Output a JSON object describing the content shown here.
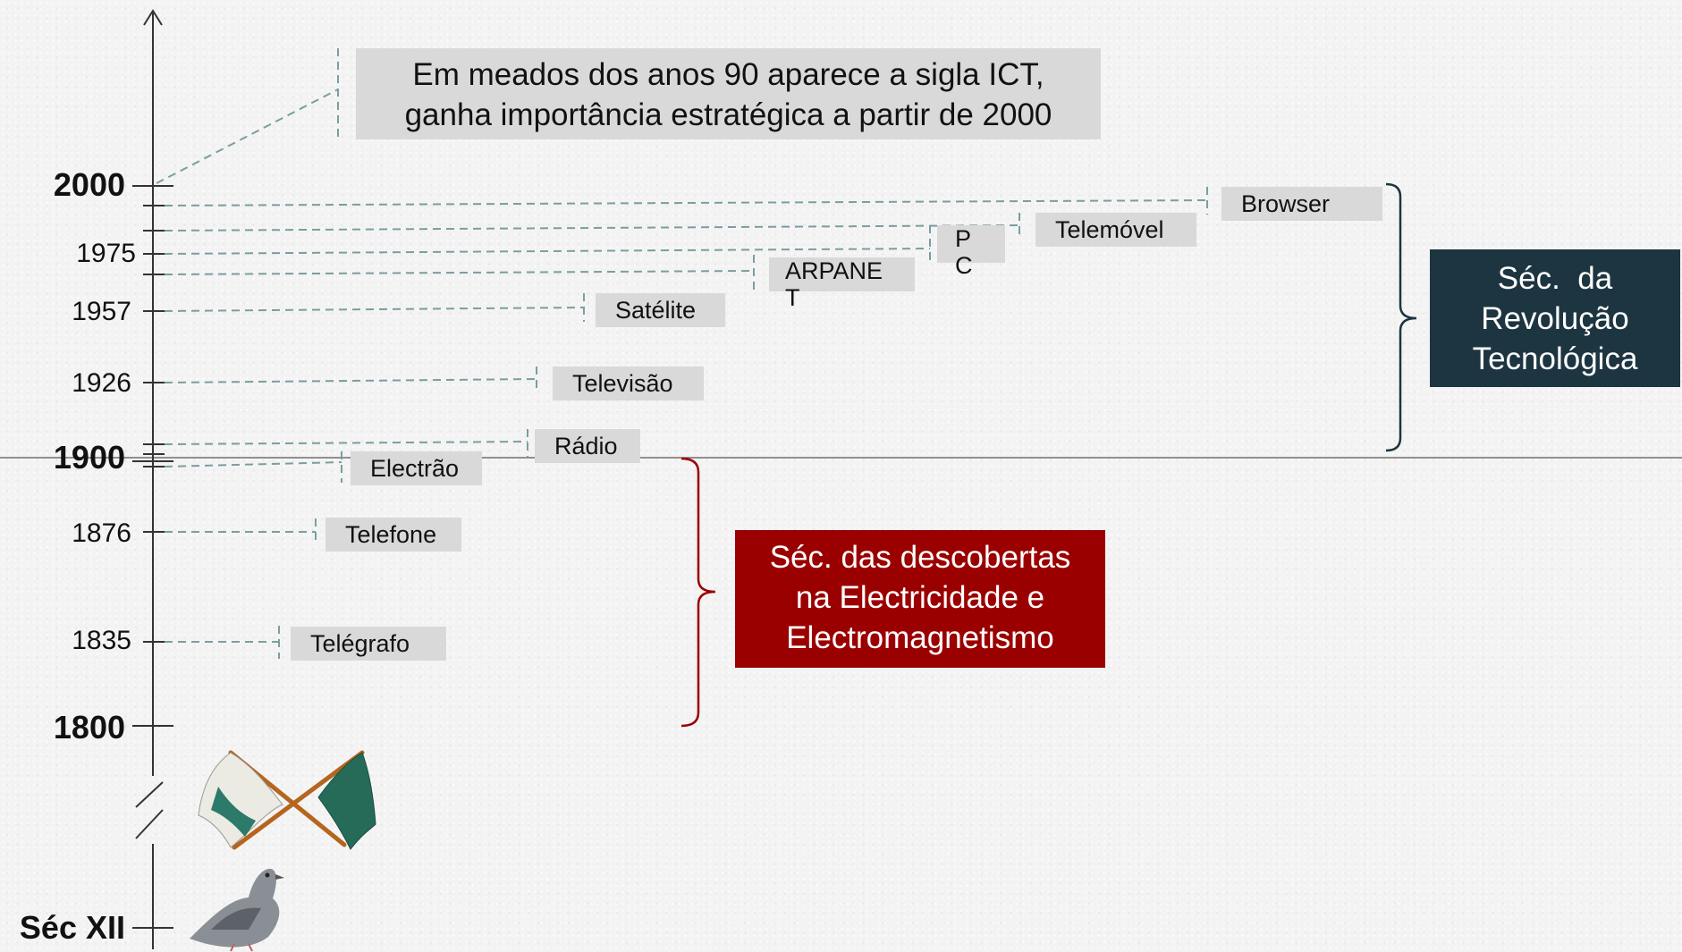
{
  "axis": {
    "years": {
      "y2000": "2000",
      "y1975": "1975",
      "y1957": "1957",
      "y1926": "1926",
      "y1900": "1900",
      "y1876": "1876",
      "y1835": "1835",
      "y1800": "1800",
      "secxii": "Séc XII"
    }
  },
  "callout": {
    "line1": "Em meados dos anos 90 aparece a sigla ICT,",
    "line2": "ganha importância estratégica a partir de 2000"
  },
  "events": {
    "browser": "Browser",
    "telemovel": "Telemóvel",
    "pc_line1": "P",
    "pc_line2": "C",
    "arpanet_line1": "ARPANE",
    "arpanet_line2": "T",
    "satelite": "Satélite",
    "televisao": "Televisão",
    "radio": "Rádio",
    "electrao": "Electrão",
    "telefone": "Telefone",
    "telegrafo": "Telégrafo"
  },
  "eras": {
    "revolucao": {
      "line1": "Séc.  da",
      "line2": "Revolução",
      "line3": "Tecnológica",
      "color": "#1d3540"
    },
    "descobertas": {
      "line1": "Séc. das descobertas",
      "line2": "na Electricidade e",
      "line3": "Electromagnetismo",
      "color": "#9b0000"
    }
  },
  "colors": {
    "connector": "#7a9ea0",
    "axis": "#333333",
    "bracket_revolucao": "#1d3540",
    "bracket_descobertas": "#9b0000"
  },
  "icons": {
    "flags": "crossed-signal-flags",
    "pigeon": "carrier-pigeon"
  }
}
